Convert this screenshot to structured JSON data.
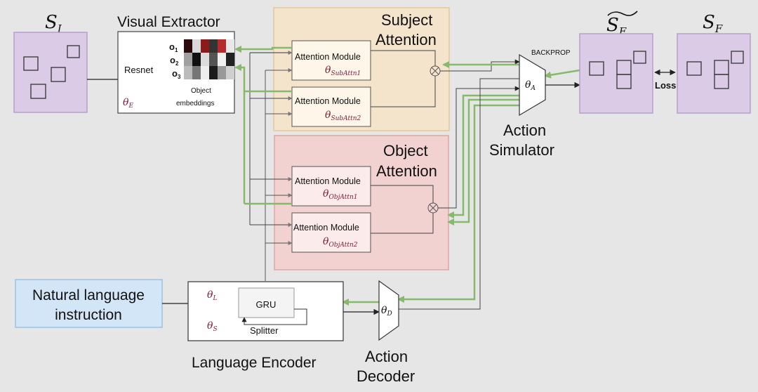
{
  "state_initial": {
    "label": "S",
    "sub": "I"
  },
  "state_pred": {
    "label": "S",
    "sub": "F"
  },
  "state_final": {
    "label": "S",
    "sub": "F"
  },
  "visual_extractor": {
    "title": "Visual Extractor",
    "resnet_label": "Resnet",
    "theta": "θ",
    "theta_sub": "E",
    "rows": [
      {
        "label": "o",
        "sub": "1"
      },
      {
        "label": "o",
        "sub": "2"
      },
      {
        "label": "o",
        "sub": "3"
      }
    ],
    "embed_label_1": "Object",
    "embed_label_2": "embeddings"
  },
  "subject_attention": {
    "title_1": "Subject",
    "title_2": "Attention",
    "modules": [
      {
        "label": "Attention Module",
        "theta": "θ",
        "sub": "SubAttn1"
      },
      {
        "label": "Attention Module",
        "theta": "θ",
        "sub": "SubAttn2"
      }
    ]
  },
  "object_attention": {
    "title_1": "Object",
    "title_2": "Attention",
    "modules": [
      {
        "label": "Attention Module",
        "theta": "θ",
        "sub": "ObjAttn1"
      },
      {
        "label": "Attention Module",
        "theta": "θ",
        "sub": "ObjAttn2"
      }
    ]
  },
  "action_simulator": {
    "label_1": "Action",
    "label_2": "Simulator",
    "theta": "θ",
    "sub": "A",
    "backprop": "BACKPROP"
  },
  "loss_label": "Loss",
  "instruction": {
    "line_1": "Natural language",
    "line_2": "instruction"
  },
  "language_encoder": {
    "title": "Language Encoder",
    "gru": "GRU",
    "splitter": "Splitter",
    "theta_l": "θ",
    "sub_l": "L",
    "theta_s": "θ",
    "sub_s": "S"
  },
  "action_decoder": {
    "label_1": "Action",
    "label_2": "Decoder",
    "theta": "θ",
    "sub": "D"
  },
  "colors": {
    "state_fill": "#dccbe6",
    "state_stroke": "#b79fca",
    "subject_fill": "#f5e4cc",
    "subject_stroke": "#e3c79c",
    "object_fill": "#f1d2d0",
    "object_stroke": "#dba8a3",
    "instruction_fill": "#d3e6f7",
    "instruction_stroke": "#9cc2e3",
    "green": "#86b96b"
  }
}
